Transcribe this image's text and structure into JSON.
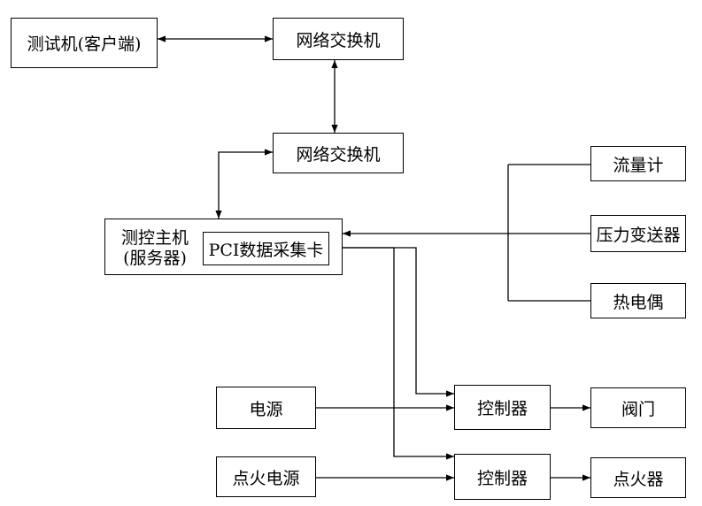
{
  "nodes": {
    "client": "测试机(客户端)",
    "switch_top": "网络交换机",
    "switch_mid": "网络交换机",
    "host_line1": "测控主机",
    "host_line2": "(服务器)",
    "daq_card": "PCI数据采集卡",
    "flowmeter": "流量计",
    "pressure": "压力变送器",
    "thermocouple": "热电偶",
    "power": "电源",
    "ignition_power": "点火电源",
    "controller_1": "控制器",
    "controller_2": "控制器",
    "valve": "阀门",
    "igniter": "点火器"
  }
}
